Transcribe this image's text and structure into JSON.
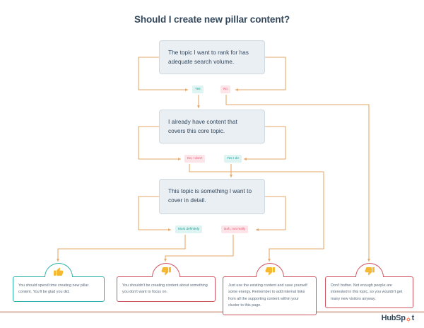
{
  "title": "Should I create new pillar content?",
  "questions": [
    {
      "id": "q1",
      "text": "The topic I want to rank for has adequate search volume."
    },
    {
      "id": "q2",
      "text": "I already have content that covers this core topic."
    },
    {
      "id": "q3",
      "text": "This topic is something I want to cover in detail."
    }
  ],
  "branch_labels": [
    {
      "id": "yes1",
      "text": "Yes",
      "type": "yes"
    },
    {
      "id": "no1",
      "text": "No",
      "type": "no"
    },
    {
      "id": "no2",
      "text": "No, I don't",
      "type": "no"
    },
    {
      "id": "yes2",
      "text": "Yes I do",
      "type": "yes"
    },
    {
      "id": "yes3",
      "text": "Most definitely",
      "type": "yes"
    },
    {
      "id": "no3",
      "text": "Nah, not really",
      "type": "no"
    }
  ],
  "outcomes": [
    {
      "id": "o1",
      "icon": "thumbs-up-icon",
      "tone": "teal",
      "text": "You should spend time creating new pillar content. You'll be glad you did."
    },
    {
      "id": "o2",
      "icon": "thumbs-down-icon",
      "tone": "red",
      "text": "You shouldn't be creating content about something you don't want to focus on."
    },
    {
      "id": "o3",
      "icon": "thumbs-down-icon",
      "tone": "red",
      "text": "Just use the existing content and save yourself some energy. Remember to add internal links from all the supporting content within your cluster to this page."
    },
    {
      "id": "o4",
      "icon": "thumbs-down-icon",
      "tone": "red",
      "text": "Don't bother. Not enough people are interested in this topic, so you wouldn't get many new visitors anyway."
    }
  ],
  "footer": {
    "brand_prefix": "HubSp",
    "brand_suffix": "t"
  },
  "colors": {
    "title_text": "#33475b",
    "box_fill": "#eaeff4",
    "box_border": "#cfd9e2",
    "connector": "#e5a96b",
    "yes_pill_bg": "#ddf4f2",
    "yes_pill_text": "#16a39b",
    "no_pill_bg": "#fce4e8",
    "no_pill_text": "#e8576f",
    "teal_outline": "#2fb3a8",
    "red_outline": "#cf5561",
    "thumb_icon": "#f5b82e",
    "footer_rule": "#e8cfc5",
    "brand_orange": "#ff7a59"
  }
}
